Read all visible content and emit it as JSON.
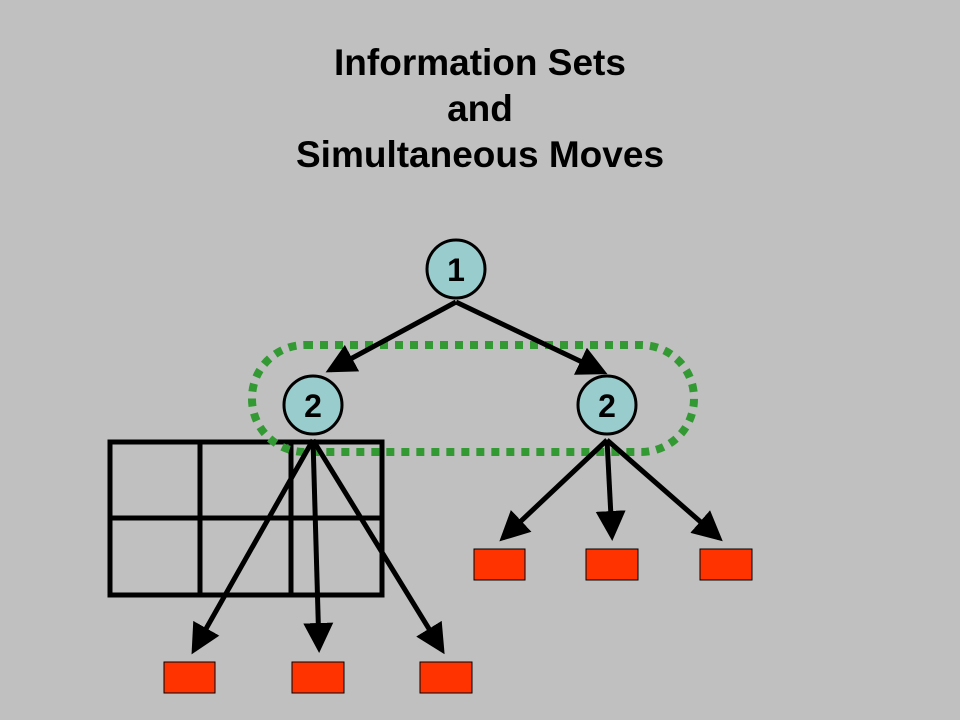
{
  "title": {
    "line1": "Information Sets",
    "line2": "and",
    "line3": "Simultaneous Moves"
  },
  "nodes": {
    "root_label": "1",
    "left_label": "2",
    "right_label": "2"
  },
  "colors": {
    "background": "#c0c0c0",
    "node_fill": "#99cccc",
    "terminal_fill": "#ff3300",
    "info_set_stroke": "#339933",
    "edge": "#000000"
  }
}
